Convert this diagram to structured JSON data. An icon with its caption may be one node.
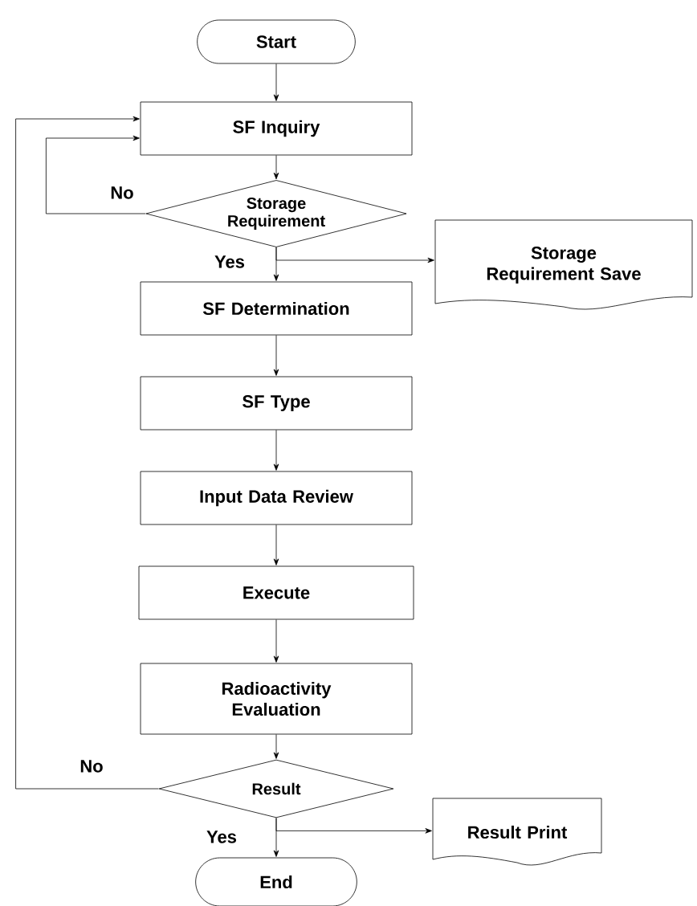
{
  "diagram": {
    "nodes": [
      {
        "text": [
          "Start"
        ]
      },
      {
        "text": [
          "SF Inquiry"
        ]
      },
      {
        "text": [
          "Storage Requirement"
        ]
      },
      {
        "text": [
          "Storage Requirement Save"
        ]
      },
      {
        "text": [
          "SF Determination"
        ]
      },
      {
        "text": [
          "SF Type"
        ]
      },
      {
        "text": [
          "Input Data Review"
        ]
      },
      {
        "text": [
          "Execute"
        ]
      },
      {
        "text": [
          "Radioactivity Evaluation"
        ]
      },
      {
        "text": [
          "Result"
        ]
      },
      {
        "text": [
          "Result Print"
        ]
      },
      {
        "text": [
          "End"
        ]
      }
    ],
    "edges": [
      {
        "from": 0,
        "to": 1,
        "arrow": "to"
      },
      {
        "from": 1,
        "to": 2,
        "arrow": "to"
      },
      {
        "from": 2,
        "to": 1,
        "arrow": "to",
        "label": "No"
      },
      {
        "from": 2,
        "to": 4,
        "arrow": "to",
        "label": "Yes"
      },
      {
        "from": 2,
        "to": 3,
        "arrow": "to"
      },
      {
        "from": 4,
        "to": 5,
        "arrow": "to"
      },
      {
        "from": 5,
        "to": 6,
        "arrow": "to"
      },
      {
        "from": 6,
        "to": 7,
        "arrow": "to"
      },
      {
        "from": 7,
        "to": 8,
        "arrow": "to"
      },
      {
        "from": 8,
        "to": 9,
        "arrow": "to"
      },
      {
        "from": 9,
        "to": 1,
        "arrow": "to",
        "label": "No"
      },
      {
        "from": 9,
        "to": 11,
        "arrow": "to",
        "label": "Yes"
      },
      {
        "from": 9,
        "to": 10,
        "arrow": "to"
      }
    ]
  }
}
